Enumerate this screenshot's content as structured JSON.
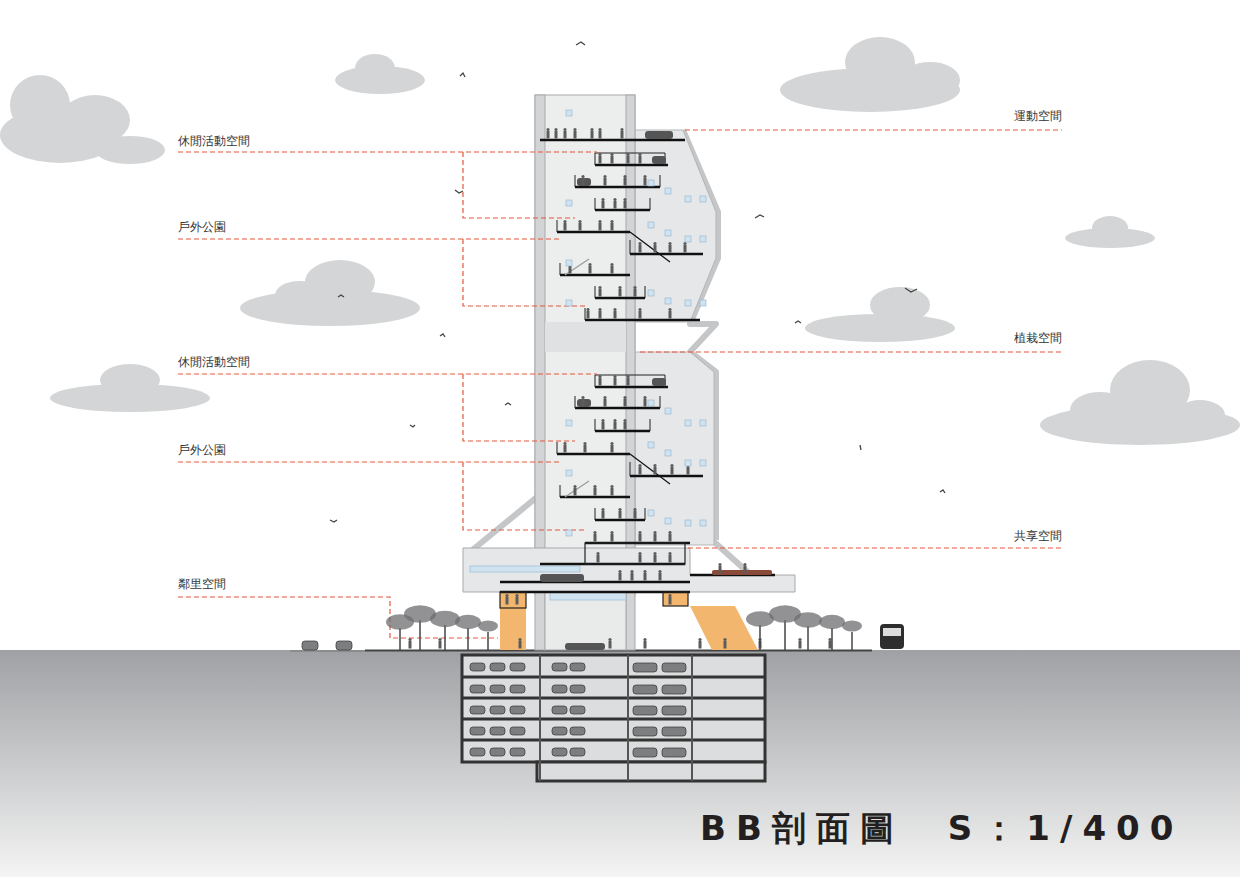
{
  "diagram": {
    "title": "BB剖面圖　S：1/400",
    "labels": [
      "休閒活動空間",
      "戶外公園",
      "休閒活動空間",
      "戶外公園",
      "鄰里空間",
      "運動空間",
      "植栽空間",
      "共享空間"
    ]
  }
}
